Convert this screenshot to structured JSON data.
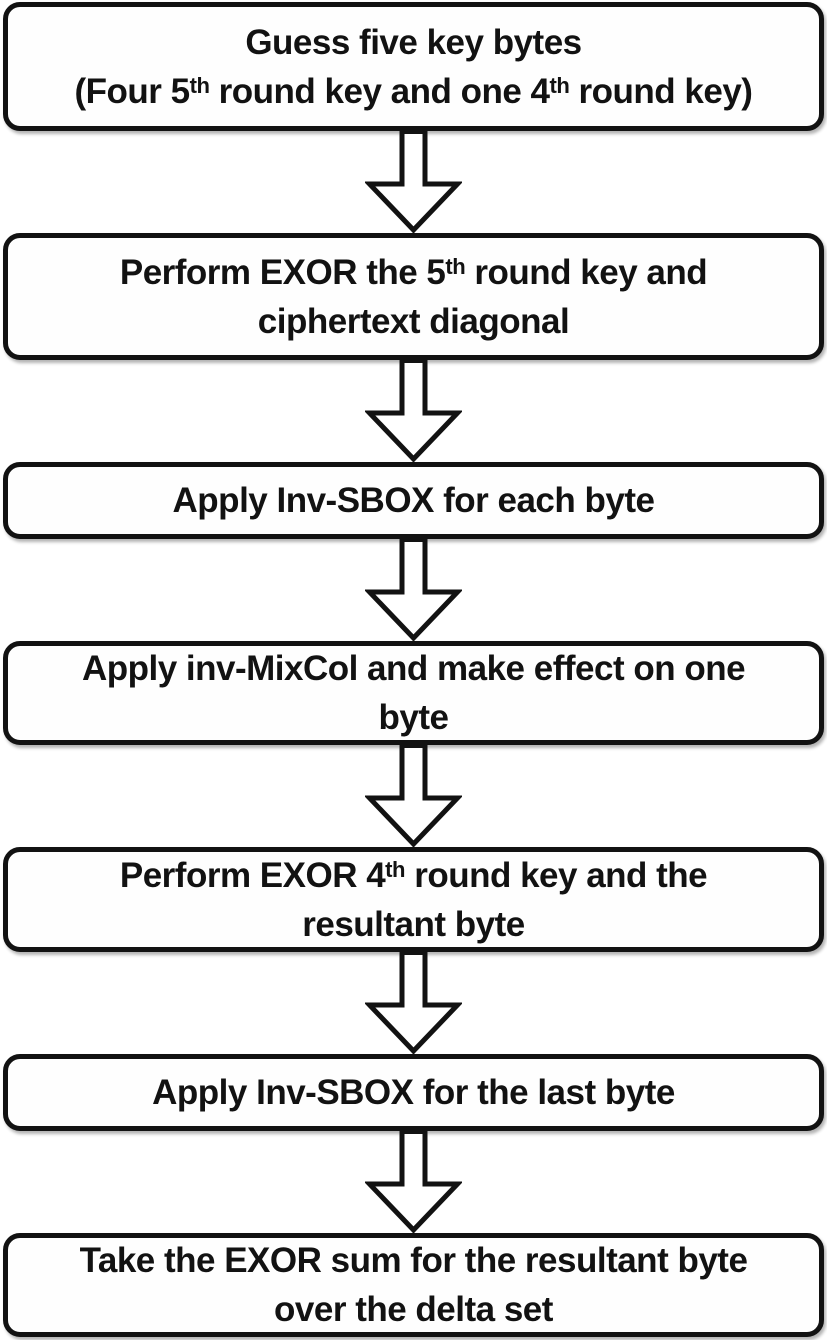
{
  "page": {
    "background_color": "#ffffff"
  },
  "flowchart": {
    "type": "vertical-flow",
    "direction": "top-to-bottom",
    "box_fill_color": "#fefefe",
    "box_border_color": "#121212",
    "text_color": "#121212",
    "connector_style": "outlined-block-arrow-down",
    "connector_fill_color": "#ffffff",
    "steps": [
      {
        "name": "guess-five-key-bytes",
        "text": "Guess five key bytes (Four 5th round key and one 4th round key)",
        "lines": [
          [
            {
              "text": "Guess five key bytes",
              "sup": false
            }
          ],
          [
            {
              "text": "(Four 5",
              "sup": false
            },
            {
              "text": "th",
              "sup": true
            },
            {
              "text": " round key and one 4",
              "sup": false
            },
            {
              "text": "th",
              "sup": true
            },
            {
              "text": " round key)",
              "sup": false
            }
          ]
        ]
      },
      {
        "name": "exor-5th-round-key-ciphertext-diagonal",
        "text": "Perform EXOR the 5th round key and ciphertext diagonal",
        "lines": [
          [
            {
              "text": "Perform EXOR the 5",
              "sup": false
            },
            {
              "text": "th",
              "sup": true
            },
            {
              "text": " round key and",
              "sup": false
            }
          ],
          [
            {
              "text": "ciphertext diagonal",
              "sup": false
            }
          ]
        ]
      },
      {
        "name": "apply-inv-sbox-each-byte",
        "text": "Apply Inv-SBOX for each byte",
        "lines": [
          [
            {
              "text": "Apply Inv-SBOX for each byte",
              "sup": false
            }
          ]
        ]
      },
      {
        "name": "apply-inv-mixcol-effect-one-byte",
        "text": "Apply inv-MixCol and make effect on one byte",
        "lines": [
          [
            {
              "text": "Apply inv-MixCol and make effect on one",
              "sup": false
            }
          ],
          [
            {
              "text": "byte",
              "sup": false
            }
          ]
        ]
      },
      {
        "name": "exor-4th-round-key-resultant-byte",
        "text": "Perform EXOR 4th round key and the resultant byte",
        "lines": [
          [
            {
              "text": "Perform EXOR 4",
              "sup": false
            },
            {
              "text": "th",
              "sup": true
            },
            {
              "text": " round key and the",
              "sup": false
            }
          ],
          [
            {
              "text": "resultant byte",
              "sup": false
            }
          ]
        ]
      },
      {
        "name": "apply-inv-sbox-last-byte",
        "text": "Apply Inv-SBOX for the last byte",
        "lines": [
          [
            {
              "text": "Apply Inv-SBOX for the last byte",
              "sup": false
            }
          ]
        ]
      },
      {
        "name": "take-exor-sum-delta-set",
        "text": "Take the EXOR sum for the resultant byte over the delta set",
        "lines": [
          [
            {
              "text": "Take the EXOR sum for the resultant byte",
              "sup": false
            }
          ],
          [
            {
              "text": "over the delta set",
              "sup": false
            }
          ]
        ]
      }
    ]
  }
}
